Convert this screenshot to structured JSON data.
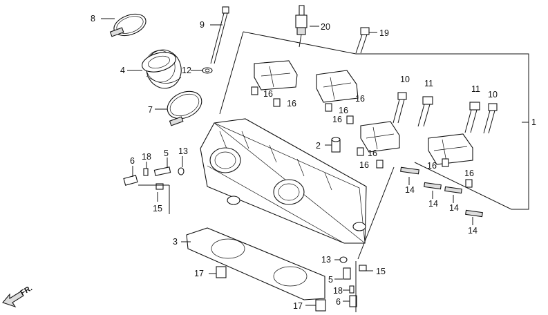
{
  "diagram": {
    "type": "exploded parts diagram",
    "direction_label": "FR.",
    "callouts": [
      {
        "id": "c8",
        "text": "8"
      },
      {
        "id": "c9",
        "text": "9"
      },
      {
        "id": "c20",
        "text": "20"
      },
      {
        "id": "c19",
        "text": "19"
      },
      {
        "id": "c4",
        "text": "4"
      },
      {
        "id": "c12",
        "text": "12"
      },
      {
        "id": "c7",
        "text": "7"
      },
      {
        "id": "c10a",
        "text": "10"
      },
      {
        "id": "c11a",
        "text": "11"
      },
      {
        "id": "c11b",
        "text": "11"
      },
      {
        "id": "c10b",
        "text": "10"
      },
      {
        "id": "c1",
        "text": "1"
      },
      {
        "id": "c16a",
        "text": "16"
      },
      {
        "id": "c16b",
        "text": "16"
      },
      {
        "id": "c16c",
        "text": "16"
      },
      {
        "id": "c16d",
        "text": "16"
      },
      {
        "id": "c16e",
        "text": "16"
      },
      {
        "id": "c2",
        "text": "2"
      },
      {
        "id": "c16f",
        "text": "16"
      },
      {
        "id": "c16g",
        "text": "16"
      },
      {
        "id": "c16h",
        "text": "16"
      },
      {
        "id": "c16i",
        "text": "16"
      },
      {
        "id": "c6a",
        "text": "6"
      },
      {
        "id": "c18a",
        "text": "18"
      },
      {
        "id": "c5a",
        "text": "5"
      },
      {
        "id": "c13a",
        "text": "13"
      },
      {
        "id": "c15a",
        "text": "15"
      },
      {
        "id": "c14a",
        "text": "14"
      },
      {
        "id": "c14b",
        "text": "14"
      },
      {
        "id": "c14c",
        "text": "14"
      },
      {
        "id": "c14d",
        "text": "14"
      },
      {
        "id": "c3",
        "text": "3"
      },
      {
        "id": "c13b",
        "text": "13"
      },
      {
        "id": "c15b",
        "text": "15"
      },
      {
        "id": "c5b",
        "text": "5"
      },
      {
        "id": "c17a",
        "text": "17"
      },
      {
        "id": "c18b",
        "text": "18"
      },
      {
        "id": "c17b",
        "text": "17"
      },
      {
        "id": "c6b",
        "text": "6"
      }
    ]
  }
}
